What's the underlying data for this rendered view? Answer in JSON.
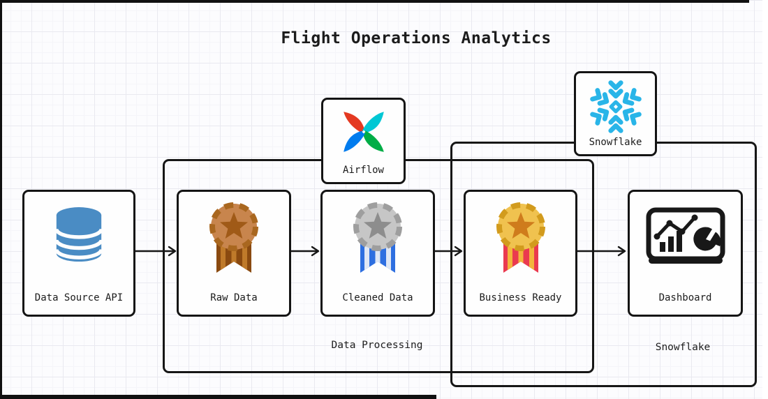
{
  "title": "Flight Operations Analytics",
  "nodes": {
    "data_source": {
      "label": "Data Source API",
      "icon": "database-icon"
    },
    "raw": {
      "label": "Raw Data",
      "icon": "bronze-medal-icon"
    },
    "cleaned": {
      "label": "Cleaned Data",
      "icon": "silver-medal-icon"
    },
    "business": {
      "label": "Business Ready",
      "icon": "gold-medal-icon"
    },
    "dashboard": {
      "label": "Dashboard",
      "icon": "dashboard-icon"
    },
    "airflow": {
      "label": "Airflow",
      "icon": "airflow-pinwheel-icon"
    },
    "snowflake": {
      "label": "Snowflake",
      "icon": "snowflake-icon"
    }
  },
  "containers": {
    "data_processing": {
      "label": "Data Processing"
    },
    "snowflake_zone": {
      "label": "Snowflake"
    }
  },
  "edges": [
    {
      "from": "Data Source API",
      "to": "Raw Data"
    },
    {
      "from": "Raw Data",
      "to": "Cleaned Data"
    },
    {
      "from": "Cleaned Data",
      "to": "Business Ready"
    },
    {
      "from": "Business Ready",
      "to": "Dashboard"
    }
  ],
  "colors": {
    "line": "#161616",
    "database_blue": "#4a8cc4",
    "snowflake_blue": "#29B5E8",
    "airflow_red": "#E43921",
    "airflow_teal": "#00C7D4",
    "airflow_green": "#00AD46",
    "airflow_blue": "#017CEE",
    "bronze": "#c8854d",
    "bronze_ribbon": "#8a4a10",
    "silver": "#c6c6c6",
    "silver_ribbon": "#2e6fe0",
    "gold": "#f0c24f",
    "gold_ribbon": "#ea3a4f"
  }
}
